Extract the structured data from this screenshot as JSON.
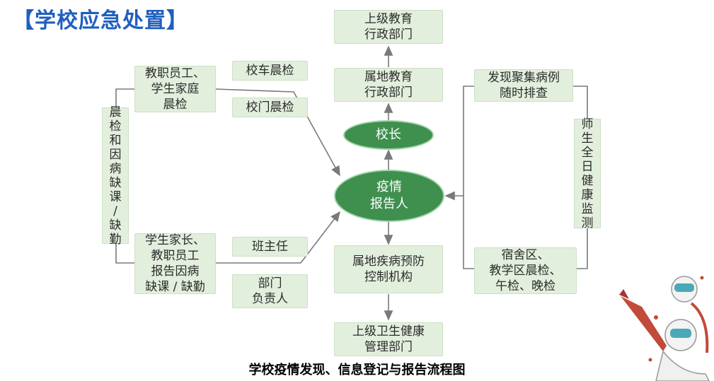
{
  "title": "【学校应急处置】",
  "caption": "学校疫情发现、信息登记与报告流程图",
  "nodes": {
    "upper_edu": "上级教育\n行政部门",
    "local_edu": "属地教育\n行政部门",
    "principal": "校长",
    "reporter": "疫情\n报告人",
    "local_cdc": "属地疾病预防\n控制机构",
    "upper_health": "上级卫生健康\n管理部门",
    "staff_family_check": "教职员工、\n学生家庭\n晨检",
    "bus_check": "校车晨检",
    "gate_check": "校门晨检",
    "parents_report": "学生家长、\n教职员工\n报告因病\n缺课 / 缺勤",
    "head_teacher": "班主任",
    "dept_head": "部门\n负责人",
    "cluster_check": "发现聚集病例\n随时排查",
    "dorm_check": "宿舍区、\n教学区晨检、\n午检、晚检",
    "left_vertical": "晨检和因病缺课/缺勤",
    "right_vertical": "师生全日健康监测"
  },
  "colors": {
    "box_fill": "#e3efdd",
    "ellipse_fill": "#3f8f4f",
    "title": "#1f5fbf",
    "line": "#7a7a7a"
  }
}
